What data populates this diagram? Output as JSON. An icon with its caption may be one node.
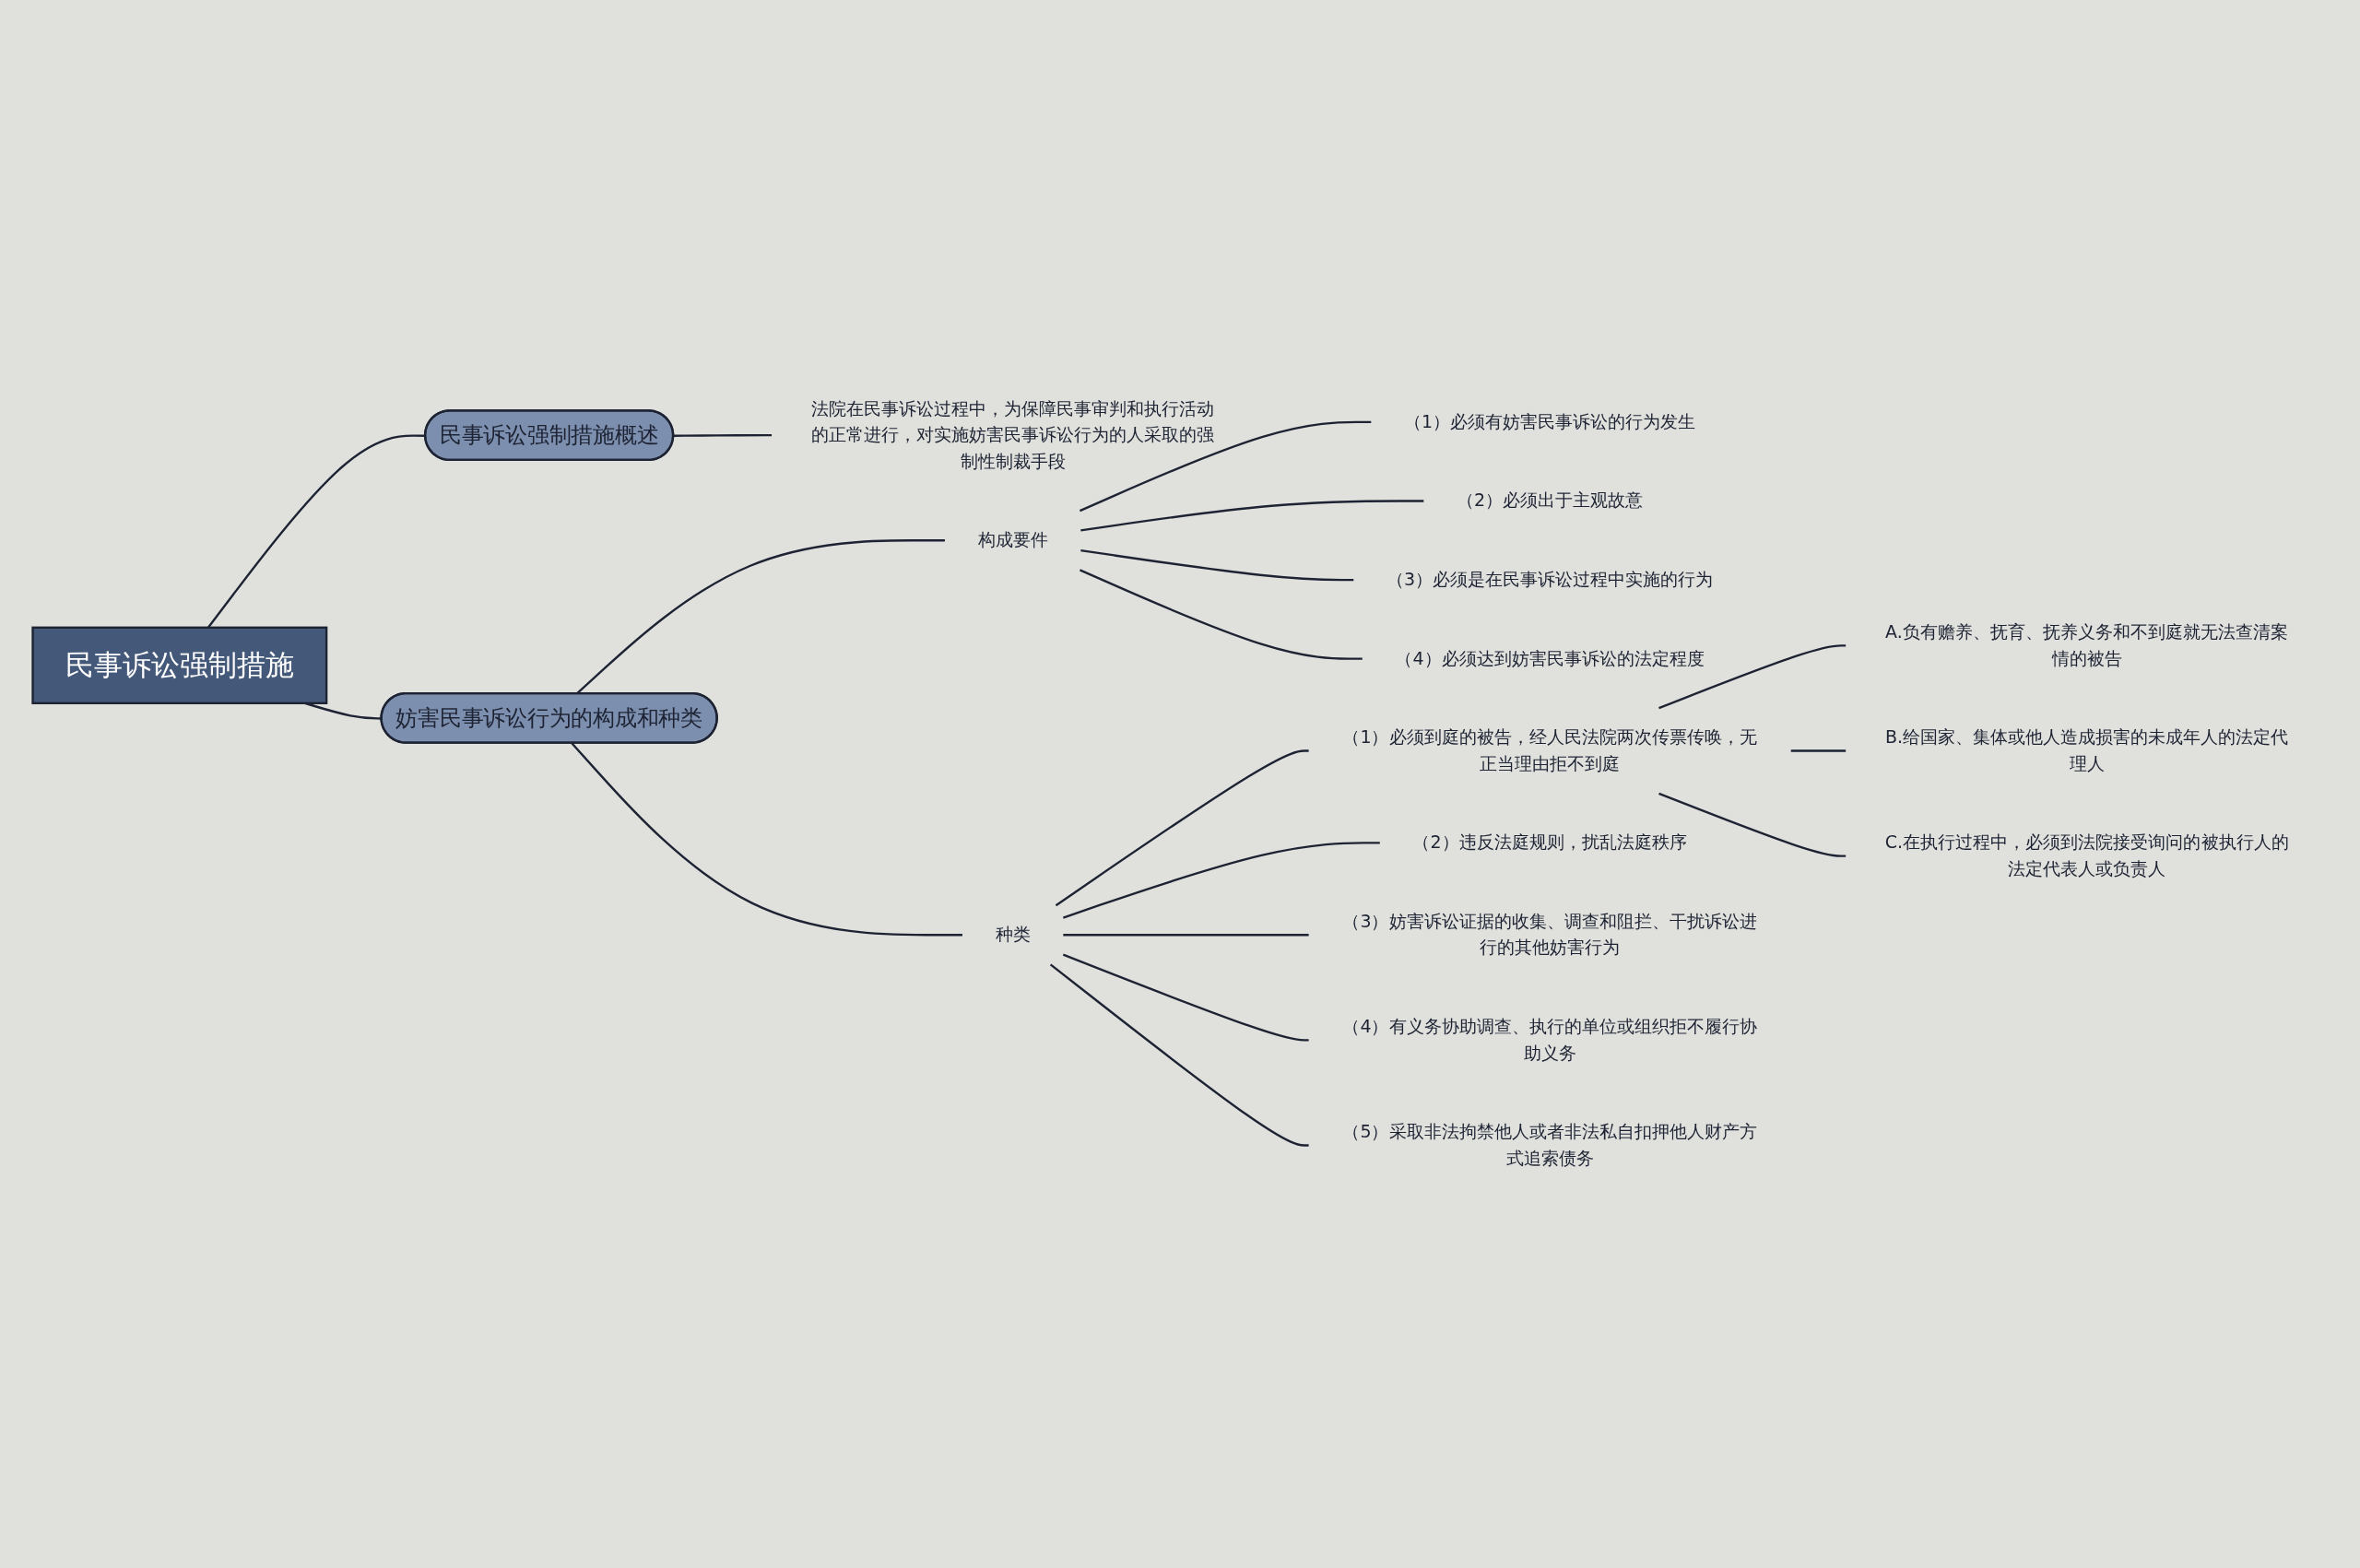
{
  "diagram": {
    "nodes": [
      {
        "text": [
          "民事诉讼强制措施"
        ]
      },
      {
        "text": [
          "民事诉讼强制措施概述"
        ]
      },
      {
        "text": [
          "法院在民事诉讼过程中，为保障民事审判和执行活动的正常进行，对实施妨害民事诉讼行为的人采取的强制性制裁手段"
        ]
      },
      {
        "text": [
          "妨害民事诉讼行为的构成和种类"
        ]
      },
      {
        "text": [
          "构成要件"
        ]
      },
      {
        "text": [
          "（1）必须有妨害民事诉讼的行为发生"
        ]
      },
      {
        "text": [
          "（2）必须出于主观故意"
        ]
      },
      {
        "text": [
          "（3）必须是在民事诉讼过程中实施的行为"
        ]
      },
      {
        "text": [
          "（4）必须达到妨害民事诉讼的法定程度"
        ]
      },
      {
        "text": [
          "种类"
        ]
      },
      {
        "text": [
          "（1）必须到庭的被告，经人民法院两次传票传唤，无正当理由拒不到庭"
        ]
      },
      {
        "text": [
          "A.负有赡养、抚育、抚养义务和不到庭就无法查清案情的被告"
        ]
      },
      {
        "text": [
          "B.给国家、集体或他人造成损害的未成年人的法定代理人"
        ]
      },
      {
        "text": [
          "C.在执行过程中，必须到法院接受询问的被执行人的法定代表人或负责人"
        ]
      },
      {
        "text": [
          "（2）违反法庭规则，扰乱法庭秩序"
        ]
      },
      {
        "text": [
          "（3）妨害诉讼证据的收集、调查和阻拦、干扰诉讼进行的其他妨害行为"
        ]
      },
      {
        "text": [
          "（4）有义务协助调查、执行的单位或组织拒不履行协助义务"
        ]
      },
      {
        "text": [
          "（5）采取非法拘禁他人或者非法私自扣押他人财产方式追索债务"
        ]
      }
    ],
    "edges": [
      {
        "from": 0,
        "to": 1,
        "arrow": "none"
      },
      {
        "from": 1,
        "to": 2,
        "arrow": "none"
      },
      {
        "from": 0,
        "to": 3,
        "arrow": "none"
      },
      {
        "from": 3,
        "to": 4,
        "arrow": "none"
      },
      {
        "from": 4,
        "to": 5,
        "arrow": "none"
      },
      {
        "from": 4,
        "to": 6,
        "arrow": "none"
      },
      {
        "from": 4,
        "to": 7,
        "arrow": "none"
      },
      {
        "from": 4,
        "to": 8,
        "arrow": "none"
      },
      {
        "from": 3,
        "to": 9,
        "arrow": "none"
      },
      {
        "from": 9,
        "to": 10,
        "arrow": "none"
      },
      {
        "from": 10,
        "to": 11,
        "arrow": "none"
      },
      {
        "from": 10,
        "to": 12,
        "arrow": "none"
      },
      {
        "from": 10,
        "to": 13,
        "arrow": "none"
      },
      {
        "from": 9,
        "to": 14,
        "arrow": "none"
      },
      {
        "from": 9,
        "to": 15,
        "arrow": "none"
      },
      {
        "from": 9,
        "to": 16,
        "arrow": "none"
      },
      {
        "from": 9,
        "to": 17,
        "arrow": "none"
      }
    ]
  }
}
